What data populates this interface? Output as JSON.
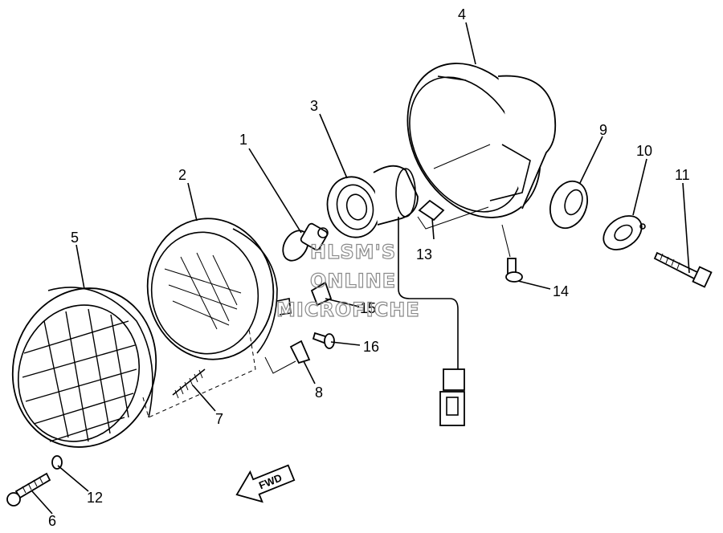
{
  "diagram": {
    "callouts": [
      "1",
      "2",
      "3",
      "4",
      "5",
      "6",
      "7",
      "8",
      "9",
      "10",
      "11",
      "12",
      "13",
      "14",
      "15",
      "16"
    ],
    "watermark": [
      "HLSM'S",
      "ONLINE",
      "MICROFICHE"
    ],
    "direction_label": "FWD"
  }
}
